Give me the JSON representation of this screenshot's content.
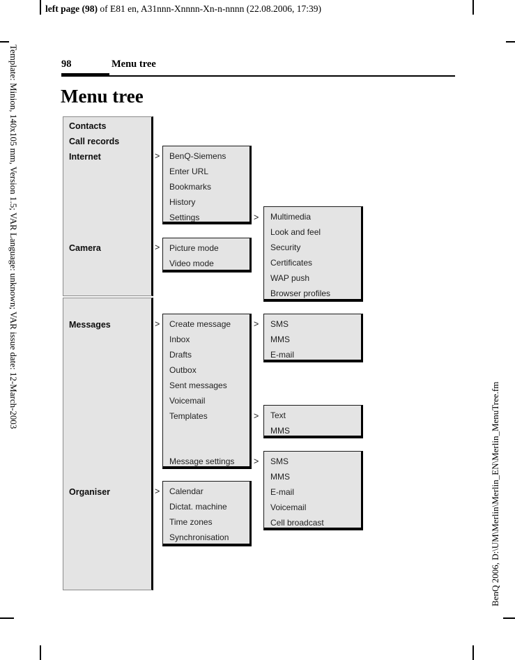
{
  "page": {
    "top_header_bold": "left page (98)",
    "top_header_rest": " of E81 en, A31nnn-Xnnnn-Xn-n-nnnn (22.08.2006, 17:39)",
    "running_header": {
      "page_number": "98",
      "chapter": "Menu tree"
    },
    "title": "Menu tree",
    "side_left": "Template: Minion, 140x105 mm, Version 1.5; VAR Language: unknown; VAR issue date: 12-March-2003",
    "side_right": "BenQ 2006, D:\\UM\\Merlin\\Merlin_EN\\Merlin_MenuTree.fm"
  },
  "colors": {
    "box_fill": "#e4e4e4",
    "ink": "#000000"
  },
  "menu": {
    "arrow": ">",
    "main_items": {
      "contacts": "Contacts",
      "call_records": "Call records",
      "internet": "Internet",
      "camera": "Camera",
      "messages": "Messages",
      "organiser": "Organiser"
    },
    "boxes": {
      "internet": [
        "BenQ-Siemens",
        "Enter URL",
        "Bookmarks",
        "History",
        "Settings"
      ],
      "internet_settings": [
        "Multimedia",
        "Look and feel",
        "Security",
        "Certificates",
        "WAP push",
        "Browser profiles"
      ],
      "camera": [
        "Picture mode",
        "Video mode"
      ],
      "messages": [
        "Create message",
        "Inbox",
        "Drafts",
        "Outbox",
        "Sent messages",
        "Voicemail",
        "Templates",
        "Message settings"
      ],
      "messages_create": [
        "SMS",
        "MMS",
        "E-mail"
      ],
      "messages_templates": [
        "Text",
        "MMS"
      ],
      "messages_settings": [
        "SMS",
        "MMS",
        "E-mail",
        "Voicemail",
        "Cell broadcast"
      ],
      "organiser": [
        "Calendar",
        "Dictat. machine",
        "Time zones",
        "Synchronisation"
      ]
    }
  }
}
